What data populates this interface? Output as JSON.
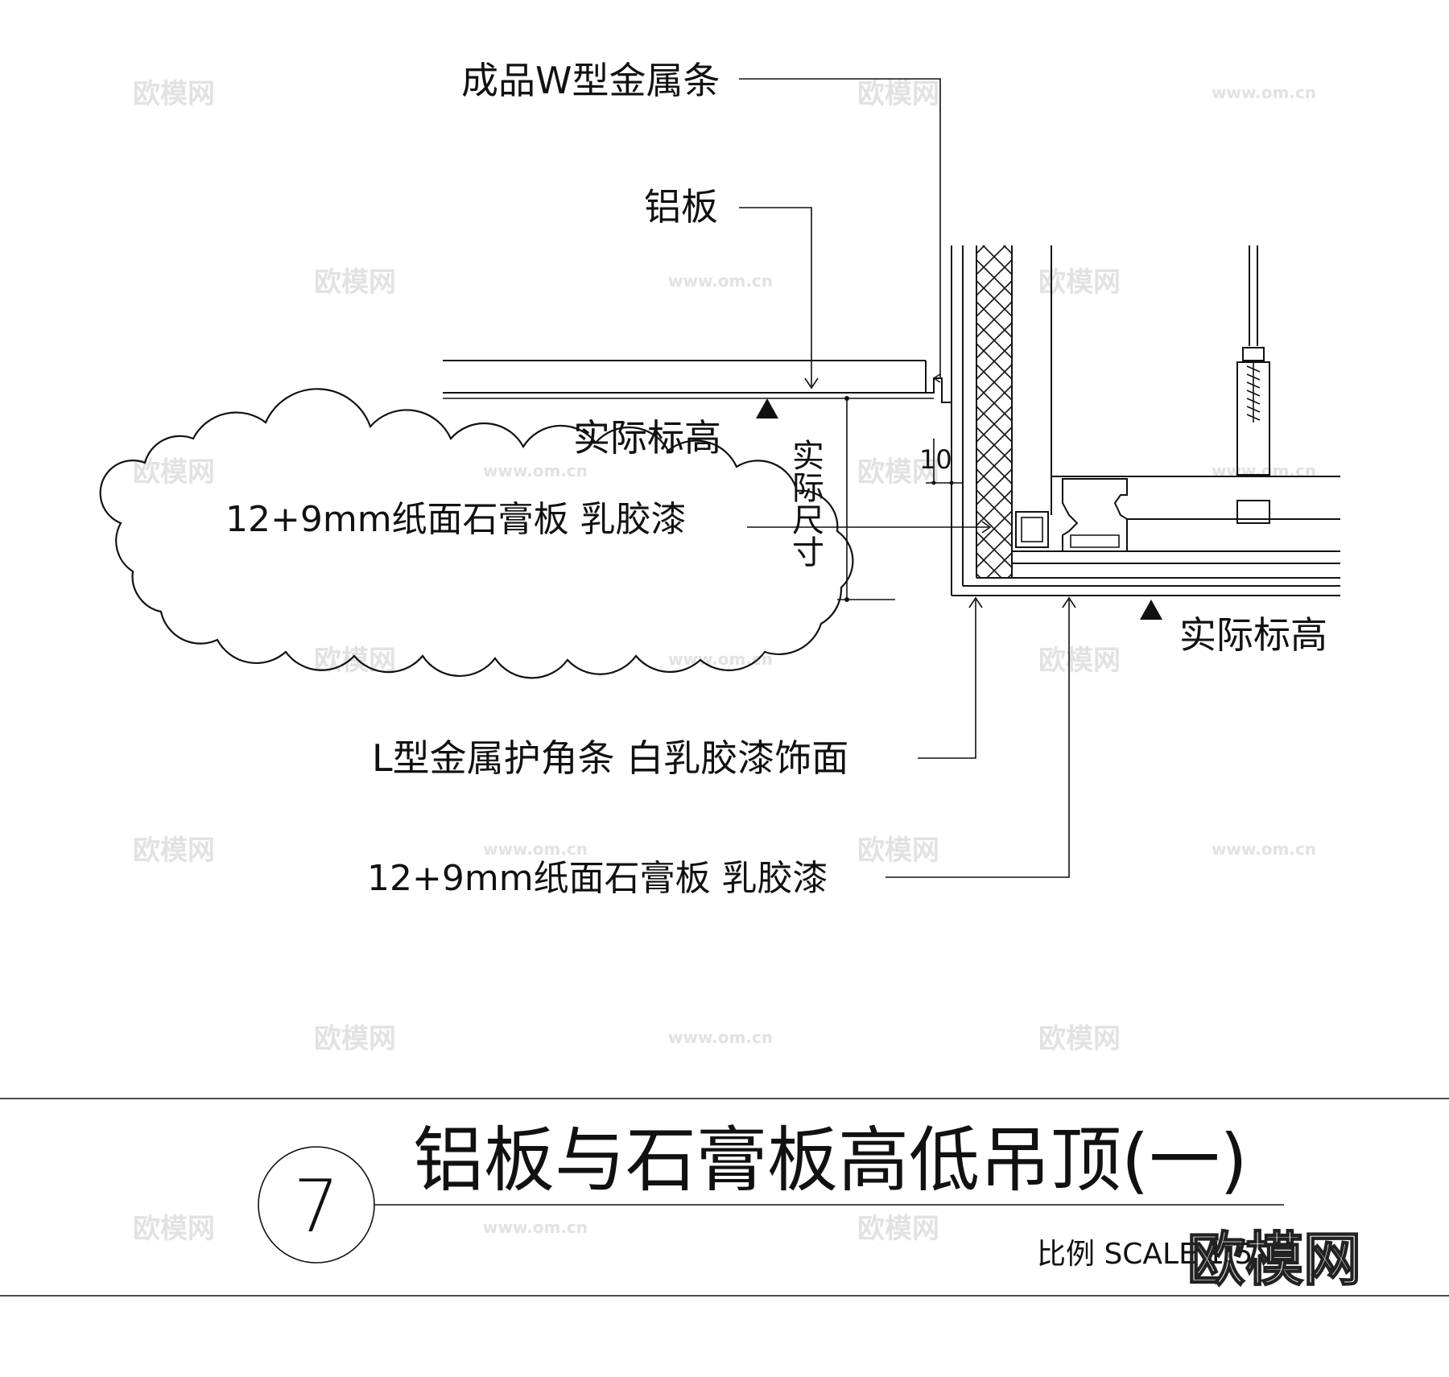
{
  "labels": {
    "w_strip": "成品W型金属条",
    "aluminum_panel": "铝板",
    "actual_elev_upper": "实际标高",
    "actual_size": "实际尺寸",
    "dim_10": "10",
    "gypsum_left": "12+9mm纸面石膏板  乳胶漆",
    "actual_elev_lower": "实际标高",
    "l_strip": "L型金属护角条  白乳胶漆饰面",
    "gypsum_bottom": "12+9mm纸面石膏板  乳胶漆"
  },
  "title_block": {
    "number": "7",
    "title": "铝板与石膏板高低吊顶(一)",
    "scale": "比例 SCALE 1:5"
  },
  "watermark": {
    "brand_cn": "欧模网",
    "site": "www.om.cn"
  },
  "colors": {
    "line": "#111111",
    "watermark": "#e2e2e2",
    "background": "#ffffff"
  }
}
